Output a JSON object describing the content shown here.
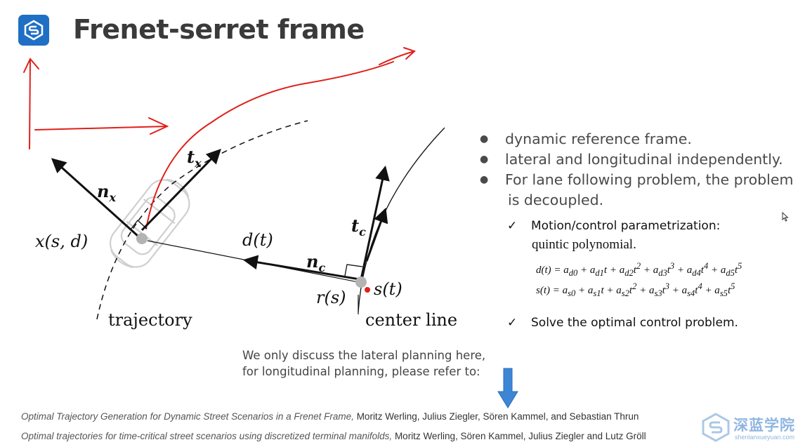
{
  "slide": {
    "title": "Frenet-serret frame",
    "bullets": [
      "dynamic reference frame.",
      "lateral and longitudinal independently.",
      "For lane following problem, the problem",
      "is decoupled."
    ],
    "checks": [
      "Motion/control parametrization:",
      "Solve the optimal control problem."
    ],
    "quintic_label": "quintic polynomial.",
    "eq_d": "d(t) = a_d0 + a_d1 t + a_d2 t^2 + a_d3 t^3 + a_d4 t^4 + a_d5 t^5",
    "eq_s": "s(t) = a_s0 + a_s1 t + a_s2 t^2 + a_s3 t^3 + a_s4 t^4 + a_s5 t^5",
    "note": [
      "We only discuss the lateral planning here,",
      "for longitudinal planning, please refer to:"
    ],
    "references": [
      {
        "title": "Optimal Trajectory Generation for Dynamic Street Scenarios in a Frenet Frame,",
        "authors": " Moritz Werling, Julius Ziegler, Sören Kammel, and Sebastian Thrun"
      },
      {
        "title": "Optimal trajectories for time-critical street scenarios using discretized terminal manifolds,",
        "authors": " Moritz Werling, Sören Kammel, Julius Ziegler and Lutz Gröll"
      }
    ],
    "watermark": {
      "text": "深蓝学院",
      "sub": "shenlanxueyuan.com"
    }
  },
  "diagram": {
    "labels": {
      "tx": "t",
      "tx_sub": "x",
      "nx": "n",
      "nx_sub": "x",
      "xsd": "x(s, d)",
      "dt": "d(t)",
      "nc": "n",
      "nc_sub": "c",
      "tc": "t",
      "tc_sub": "c",
      "st": "s(t)",
      "rs": "r(s)",
      "trajectory": "trajectory",
      "center_line": "center line"
    },
    "colors": {
      "annotation": "#e0201b",
      "ink": "#111111",
      "car": "#c9c9c9",
      "arrow_blue": "#3d86d6"
    }
  }
}
